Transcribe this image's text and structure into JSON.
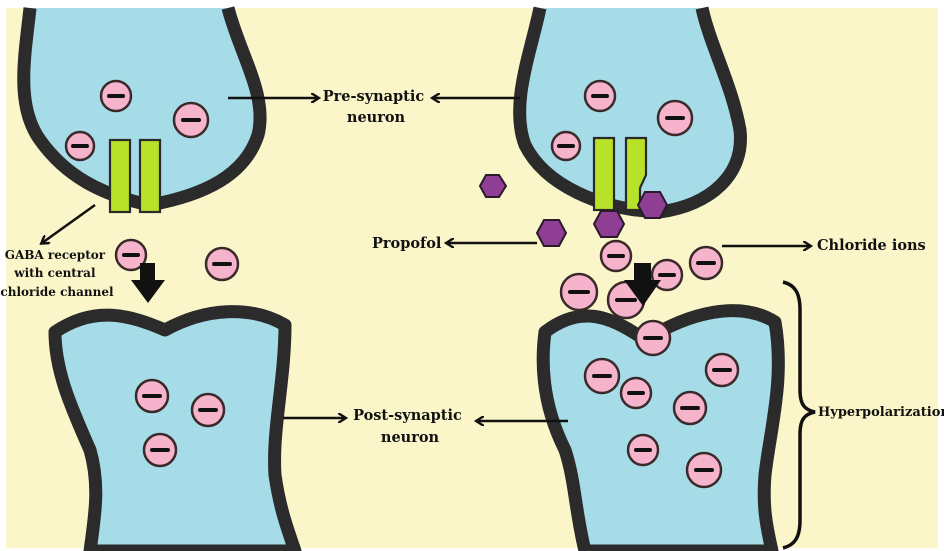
{
  "labels": {
    "pre_synaptic": [
      "Pre-synaptic",
      "neuron"
    ],
    "post_synaptic": [
      "Post-synaptic",
      "neuron"
    ],
    "gaba_receptor": [
      "GABA receptor",
      "with central",
      "chloride channel"
    ],
    "propofol": "Propofol",
    "chloride_ions": "Chloride ions",
    "hyperpolarization": "Hyperpolarization"
  },
  "colors": {
    "background": "#fbf6c9",
    "neuron_fill": "#a6dbe8",
    "neuron_border": "#2b2b2b",
    "ion_fill": "#f6b3cc",
    "receptor": "#b8e22a",
    "propofol": "#8e3e93"
  },
  "icons": {
    "ion_symbol": "minus",
    "propofol_shape": "hexagon",
    "flow_arrow": "down-arrow"
  }
}
